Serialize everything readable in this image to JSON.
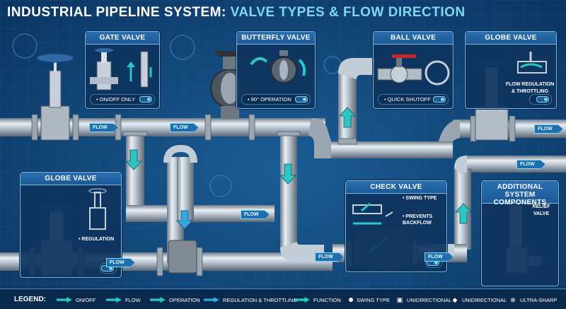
{
  "title": {
    "part1": "INDUSTRIAL PIPELINE SYSTEM:",
    "part2": "VALVE TYPES & FLOW DIRECTION"
  },
  "panels": {
    "gate": {
      "title": "GATE VALVE",
      "footer": "• ON/OFF ONLY"
    },
    "butterfly": {
      "title": "BUTTERFLY VALVE",
      "footer": "• 90° OPERATION"
    },
    "ball": {
      "title": "BALL VALVE",
      "footer": "• QUICK SHUTOFF"
    },
    "globe_top": {
      "title": "GLOBE VALVE",
      "note": "FLOW REGULATION & THROTTLING"
    },
    "globe_left": {
      "title": "GLOBE VALVE",
      "note": "• REGULATION"
    },
    "check": {
      "title": "CHECK VALVE",
      "note1": "• SWING TYPE",
      "note2": "• PREVENTS BACKFLOW"
    },
    "additional": {
      "title": "ADDITIONAL SYSTEM COMPONENTS",
      "note": "RELIEF VALVE"
    }
  },
  "flow_label": "FLOW",
  "legend": {
    "title": "LEGEND:",
    "items": [
      "ON/OFF",
      "FLOW",
      "OPERATION",
      "REGULATION & THROTTLING",
      "FUNCTION",
      "SWING TYPE",
      "UNIDIRECTIONAL",
      "UNIDIRECTIONAL",
      "ULTRA-SHARP"
    ]
  },
  "colors": {
    "pipe": "#b9c4cf",
    "arrow": "#2fc6c2",
    "panel_border": "#7fb6de",
    "background": "#134a7d"
  }
}
